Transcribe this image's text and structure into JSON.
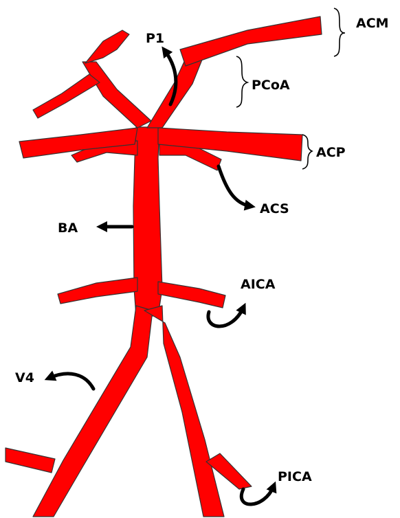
{
  "labels": {
    "acm": "ACM",
    "p1": "P1",
    "pcoa": "PCoA",
    "acp": "ACP",
    "acs": "ACS",
    "ba": "BA",
    "aica": "AICA",
    "v4": "V4",
    "pica": "PICA"
  },
  "colors": {
    "vessel": "#ff0000",
    "outline": "#333333",
    "annotation": "#000000"
  }
}
